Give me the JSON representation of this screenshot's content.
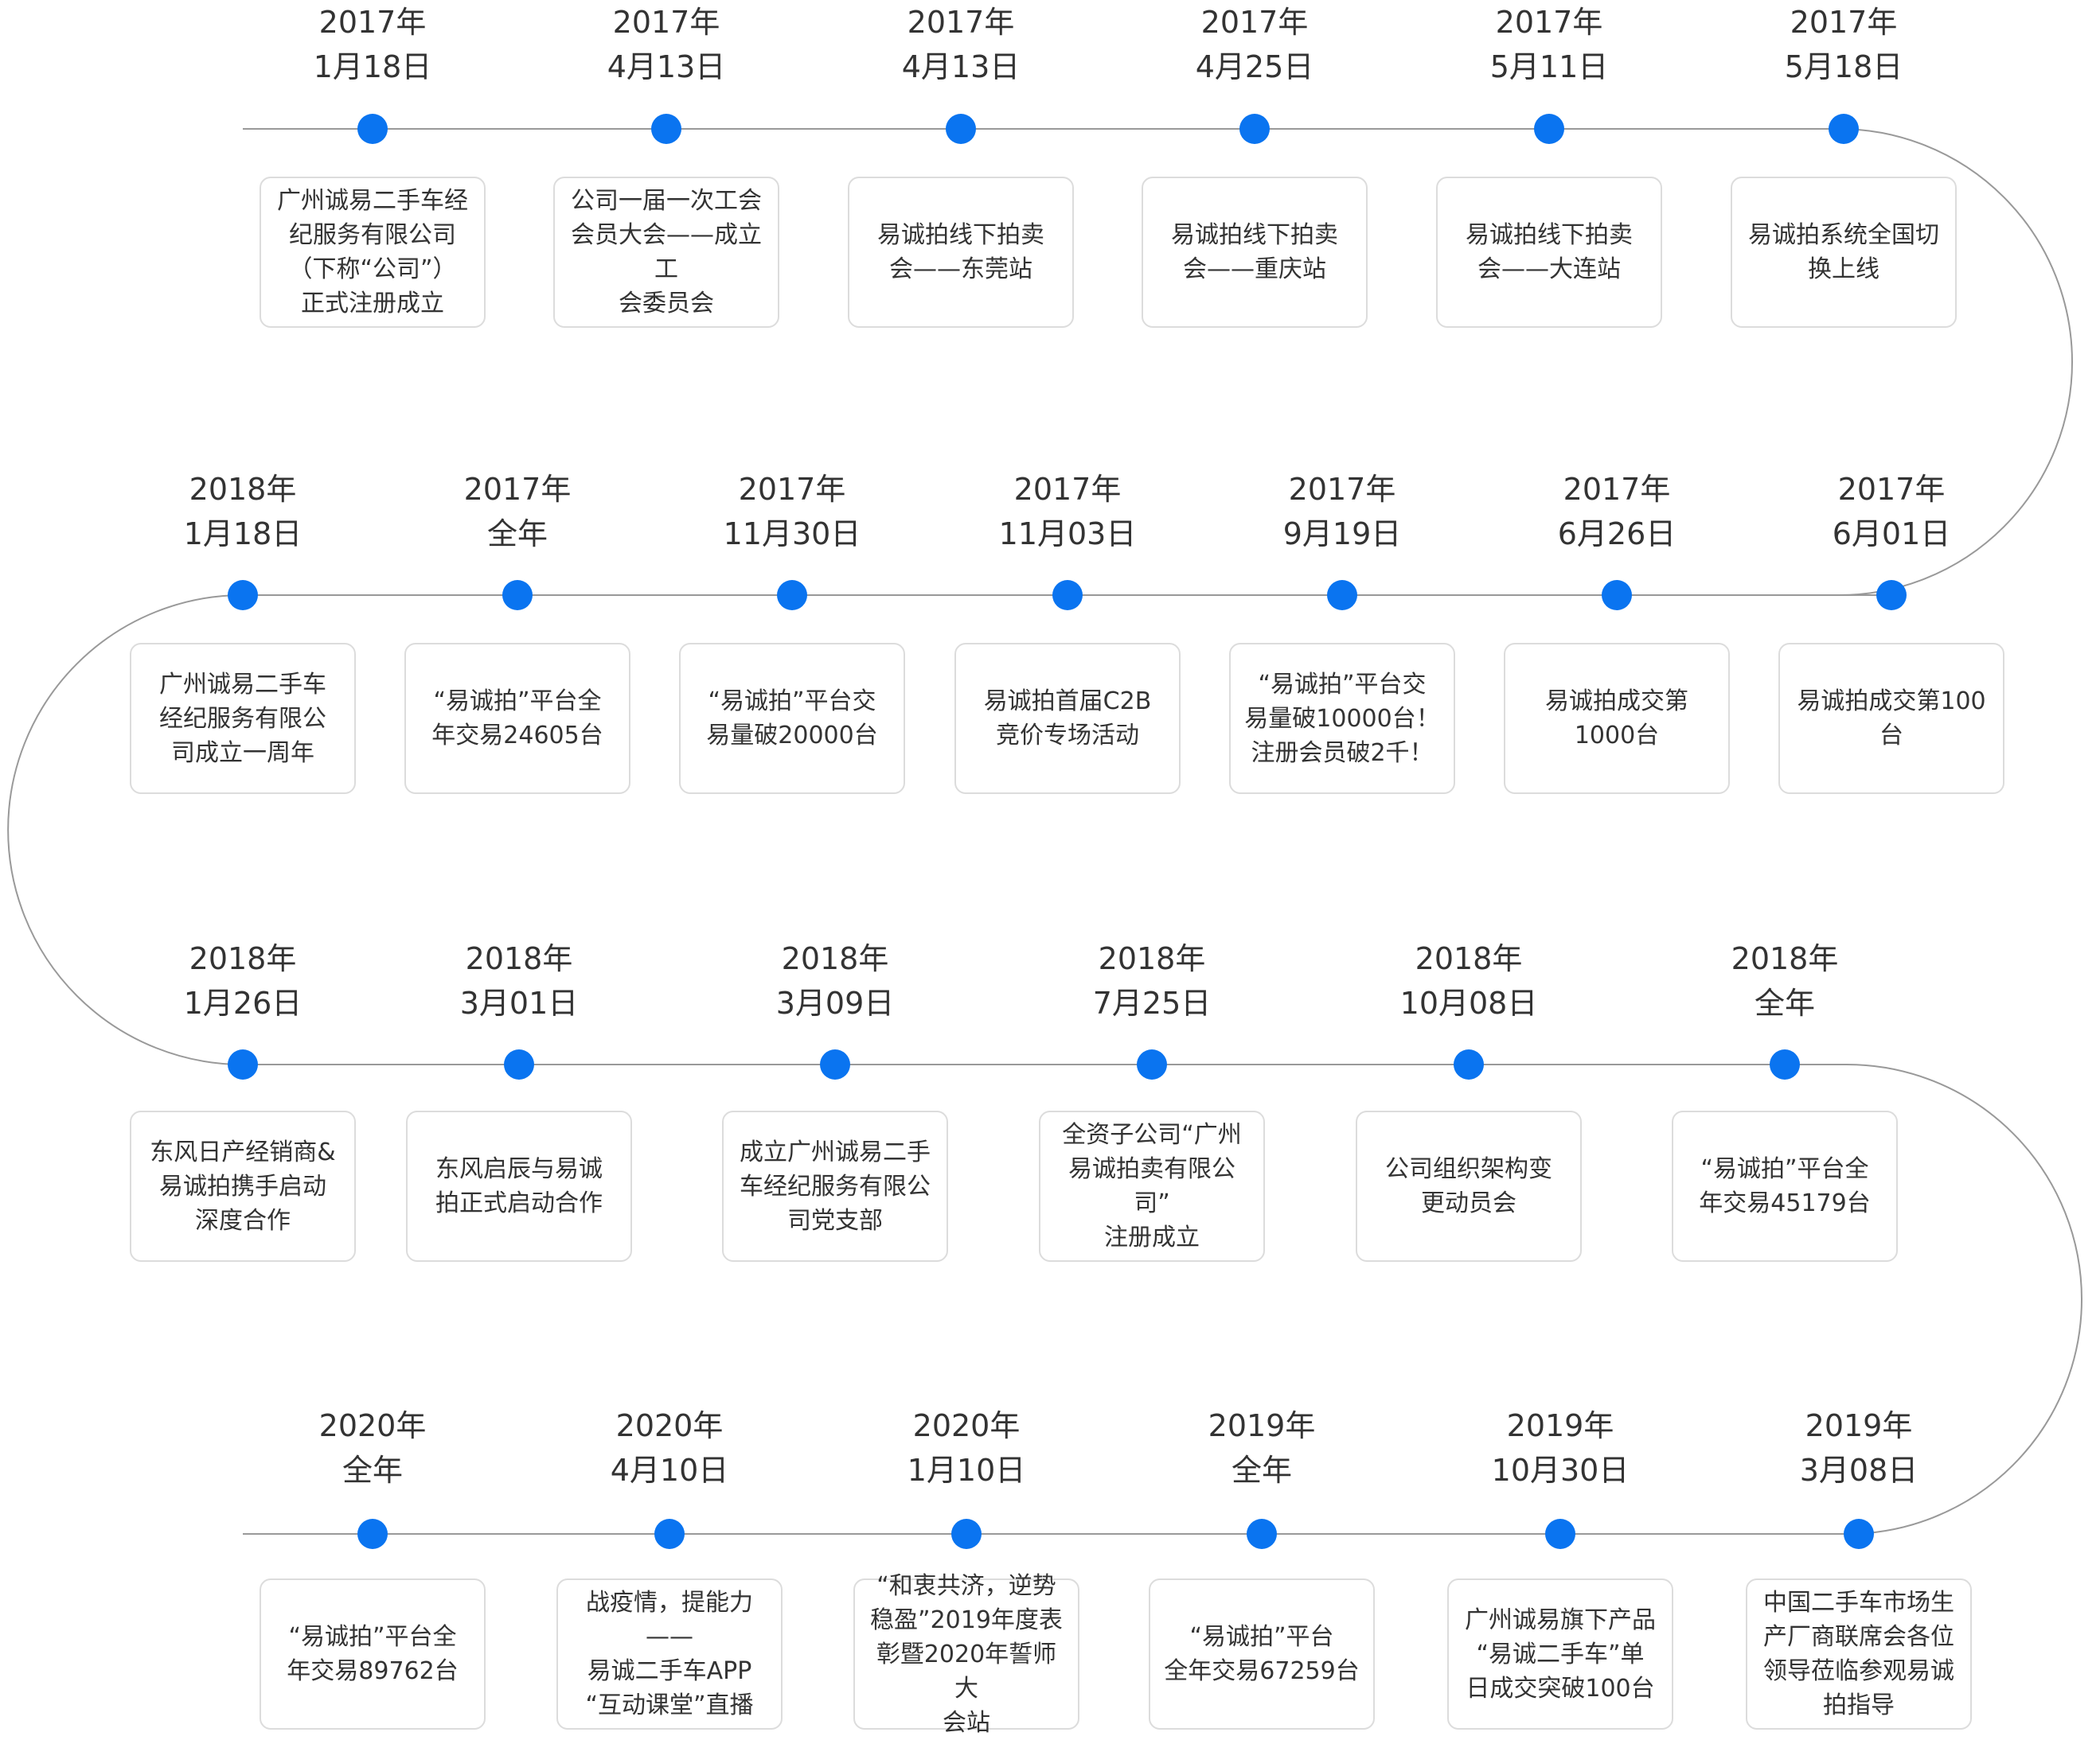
{
  "colors": {
    "dot": "#0a74f0",
    "line": "#999999",
    "card_border": "#dcdcdc",
    "text": "#333333"
  },
  "rows": [
    {
      "events": [
        {
          "year": "2017年",
          "date": "1月18日",
          "text": "广州诚易二手车经\n纪服务有限公司\n（下称“公司”）\n正式注册成立"
        },
        {
          "year": "2017年",
          "date": "4月13日",
          "text": "公司一届一次工会\n会员大会——成立工\n会委员会"
        },
        {
          "year": "2017年",
          "date": "4月13日",
          "text": "易诚拍线下拍卖\n会——东莞站"
        },
        {
          "year": "2017年",
          "date": "4月25日",
          "text": "易诚拍线下拍卖\n会——重庆站"
        },
        {
          "year": "2017年",
          "date": "5月11日",
          "text": "易诚拍线下拍卖\n会——大连站"
        },
        {
          "year": "2017年",
          "date": "5月18日",
          "text": "易诚拍系统全国切\n换上线"
        }
      ]
    },
    {
      "events": [
        {
          "year": "2018年",
          "date": "1月18日",
          "text": "广州诚易二手车\n经纪服务有限公\n司成立一周年"
        },
        {
          "year": "2017年",
          "date": "全年",
          "text": "“易诚拍”平台全\n年交易24605台"
        },
        {
          "year": "2017年",
          "date": "11月30日",
          "text": "“易诚拍”平台交\n易量破20000台"
        },
        {
          "year": "2017年",
          "date": "11月03日",
          "text": "易诚拍首届C2B\n竞价专场活动"
        },
        {
          "year": "2017年",
          "date": "9月19日",
          "text": "“易诚拍”平台交\n易量破10000台！\n注册会员破2千！"
        },
        {
          "year": "2017年",
          "date": "6月26日",
          "text": "易诚拍成交第\n1000台"
        },
        {
          "year": "2017年",
          "date": "6月01日",
          "text": "易诚拍成交第100\n台"
        }
      ]
    },
    {
      "events": [
        {
          "year": "2018年",
          "date": "1月26日",
          "text": "东风日产经销商&\n易诚拍携手启动\n深度合作"
        },
        {
          "year": "2018年",
          "date": "3月01日",
          "text": "东风启辰与易诚\n拍正式启动合作"
        },
        {
          "year": "2018年",
          "date": "3月09日",
          "text": "成立广州诚易二手\n车经纪服务有限公\n司党支部"
        },
        {
          "year": "2018年",
          "date": "7月25日",
          "text": "全资子公司“广州\n易诚拍卖有限公司”\n注册成立"
        },
        {
          "year": "2018年",
          "date": "10月08日",
          "text": "公司组织架构变\n更动员会"
        },
        {
          "year": "2018年",
          "date": "全年",
          "text": "“易诚拍”平台全\n年交易45179台"
        }
      ]
    },
    {
      "events": [
        {
          "year": "2020年",
          "date": "全年",
          "text": "“易诚拍”平台全\n年交易89762台"
        },
        {
          "year": "2020年",
          "date": "4月10日",
          "text": "战疫情，提能力——\n易诚二手车APP\n“互动课堂”直播"
        },
        {
          "year": "2020年",
          "date": "1月10日",
          "text": "“和衷共济，逆势\n稳盈”2019年度表\n彰暨2020年誓师大\n会站"
        },
        {
          "year": "2019年",
          "date": "全年",
          "text": "“易诚拍”平台\n全年交易67259台"
        },
        {
          "year": "2019年",
          "date": "10月30日",
          "text": "广州诚易旗下产品\n“易诚二手车”单\n日成交突破100台"
        },
        {
          "year": "2019年",
          "date": "3月08日",
          "text": "中国二手车市场生\n产厂商联席会各位\n领导莅临参观易诚\n拍指导"
        }
      ]
    }
  ]
}
